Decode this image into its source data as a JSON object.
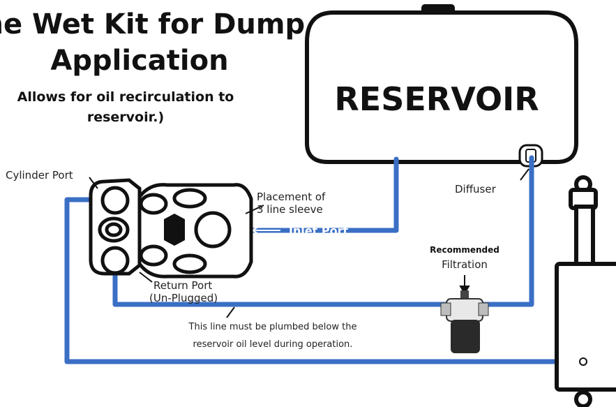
{
  "title_line1": "ine Wet Kit for Dump",
  "title_line2": "Application",
  "subtitle_line1": "Allows for oil recirculation to",
  "subtitle_line2": "reservoir.)",
  "reservoir_label": "RESERVOIR",
  "labels": {
    "cylinder_port": "Cylinder Port",
    "placement_line1": "Placement of",
    "placement_line2": "3 line sleeve",
    "inlet_port": "Inlet Port",
    "diffuser": "Diffuser",
    "recommended": "Recommended",
    "filtration": "Filtration",
    "return_port_line1": "Return Port",
    "return_port_line2": "(Un-Plugged)",
    "note_line1": "This line must be plumbed below the",
    "note_line2": "reservoir oil level during operation."
  },
  "colors": {
    "line_blue": "#3a6fc4",
    "outline": "#111111"
  }
}
